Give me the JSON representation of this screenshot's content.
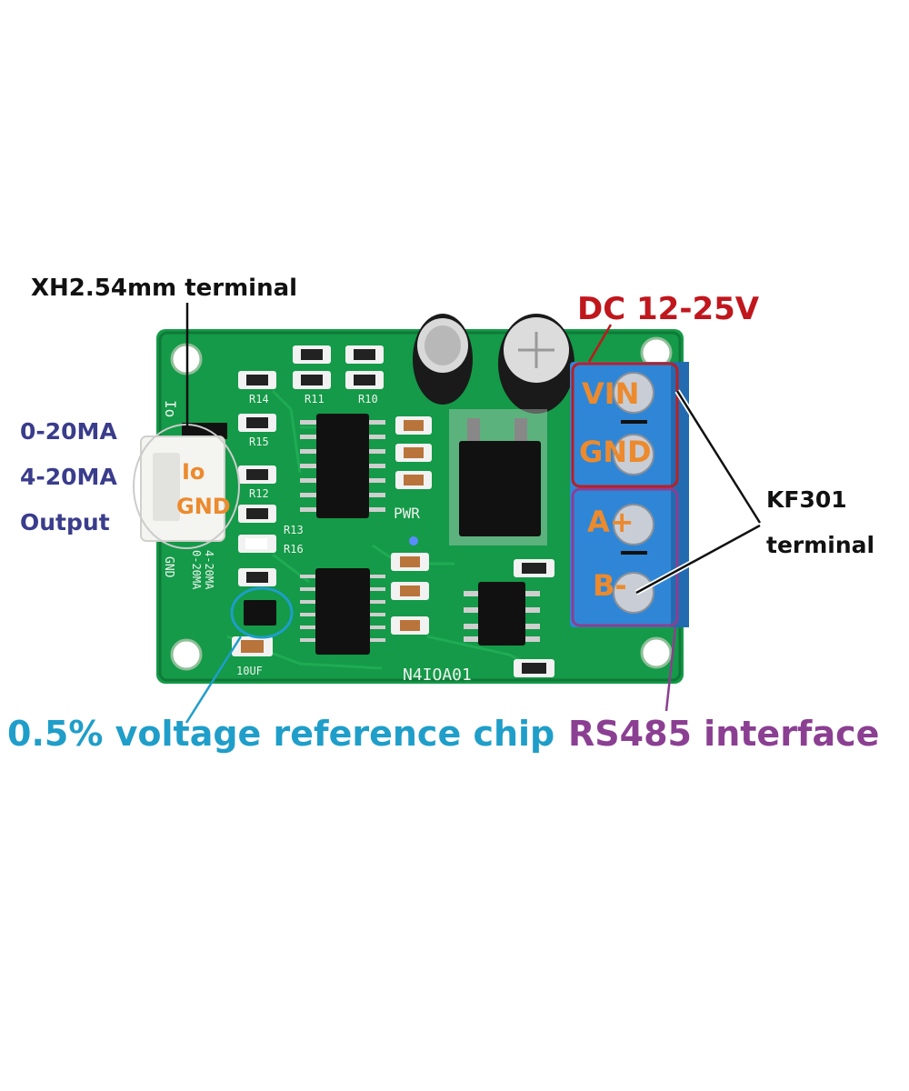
{
  "callouts": {
    "xh_terminal": "XH2.54mm terminal",
    "dc_power": "DC 12-25V",
    "output_lines": [
      "0-20MA",
      "4-20MA",
      "Output"
    ],
    "kf301_lines": [
      "KF301",
      "terminal"
    ],
    "voltage_reference": "0.5% voltage reference chip",
    "rs485": "RS485 interface"
  },
  "pin_labels": {
    "vin": "VIN",
    "gnd": "GND",
    "a_plus": "A+",
    "b_minus": "B-",
    "io": "Io",
    "io_gnd": "GND"
  },
  "silkscreen": {
    "board_name": "N4IOA01",
    "pwr": "PWR",
    "cap": "10UF",
    "resistors": [
      "R14",
      "R11",
      "R10",
      "R15",
      "R12",
      "R13",
      "R16"
    ],
    "io_side": "Io",
    "gnd_side": "GND",
    "range_a": "4-20MA",
    "range_b": "0-20MA"
  },
  "colors": {
    "board": "#149a48",
    "terminal_block": "#2f86d6",
    "dc_label": "#c0171d",
    "output_label": "#3a3c8c",
    "vref_label": "#1f9ec9",
    "rs485_label": "#8b3f92",
    "pin_label": "#ec8a2d"
  }
}
